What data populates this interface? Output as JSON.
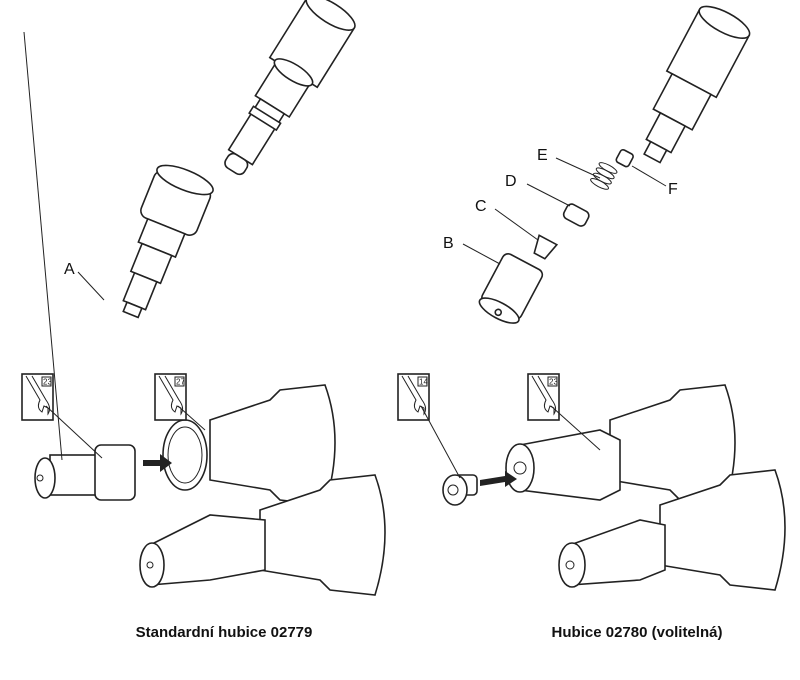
{
  "callouts": {
    "a": "A",
    "b": "B",
    "c": "C",
    "d": "D",
    "e": "E",
    "f": "F"
  },
  "wrenches": [
    {
      "size": "23"
    },
    {
      "size": "27"
    },
    {
      "size": "14"
    },
    {
      "size": "23"
    }
  ],
  "captions": {
    "standard": "Standardní hubice 02779",
    "optional": "Hubice 02780 (volitelná)"
  }
}
